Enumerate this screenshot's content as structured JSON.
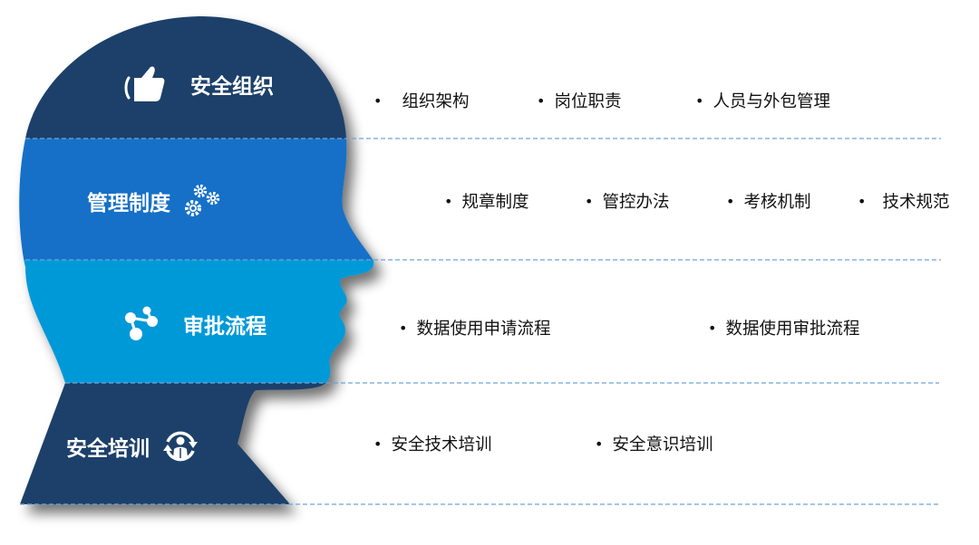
{
  "colors": {
    "dark_navy": "#1b3f6b",
    "mid_blue": "#1470c7",
    "light_blue": "#0399d8",
    "divider": "#6fa3d8",
    "text": "#111111",
    "label_text": "#ffffff"
  },
  "rows": [
    {
      "label": "安全组织",
      "icon": "thumbs-up-icon",
      "items": [
        "组织架构",
        "岗位职责",
        "人员与外包管理"
      ]
    },
    {
      "label": "管理制度",
      "icon": "gears-icon",
      "items": [
        "规章制度",
        "管控办法",
        "考核机制",
        "技术规范"
      ]
    },
    {
      "label": "审批流程",
      "icon": "workflow-nodes-icon",
      "items": [
        "数据使用申请流程",
        "数据使用审批流程"
      ]
    },
    {
      "label": "安全培训",
      "icon": "training-cycle-icon",
      "items": [
        "安全技术培训",
        "安全意识培训"
      ]
    }
  ],
  "bullet": "•"
}
